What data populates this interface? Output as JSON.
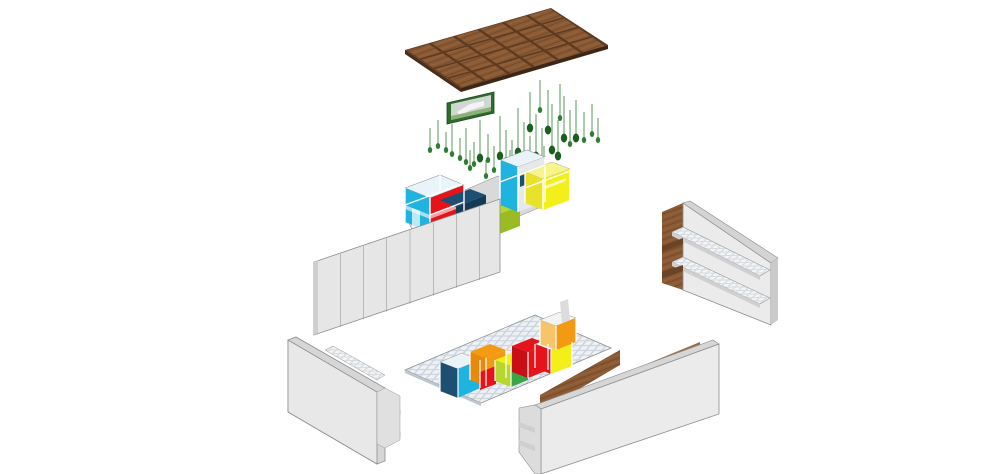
{
  "diagram": {
    "type": "exploded-axonometric",
    "components": [
      {
        "id": "roof-panel",
        "material": "wood-grid"
      },
      {
        "id": "display-screen",
        "material": "screen"
      },
      {
        "id": "hanging-plants",
        "material": "vegetation"
      },
      {
        "id": "upper-color-modules",
        "material": "colored-glass-frames"
      },
      {
        "id": "back-wall",
        "material": "white-panel"
      },
      {
        "id": "right-shelf-wall",
        "material": "white-panel-wood"
      },
      {
        "id": "left-shelf-wall",
        "material": "white-panel"
      },
      {
        "id": "floor-grid-modules",
        "material": "colored-glass-frames"
      },
      {
        "id": "front-wall",
        "material": "white-panel-wood"
      }
    ]
  },
  "colors": {
    "wood": "#8a5a35",
    "wood_dark": "#5e3a20",
    "wall": "#e6e6e6",
    "wall_shade": "#cfcfcf",
    "floor": "#e8edf3",
    "plant": "#2e7d32",
    "cyan": "#1fb4e0",
    "red": "#e5141b",
    "navy": "#1d4f73",
    "lime": "#b7d630",
    "yellow": "#f2ef1a",
    "orange": "#f39a12",
    "green": "#3aa64a"
  }
}
